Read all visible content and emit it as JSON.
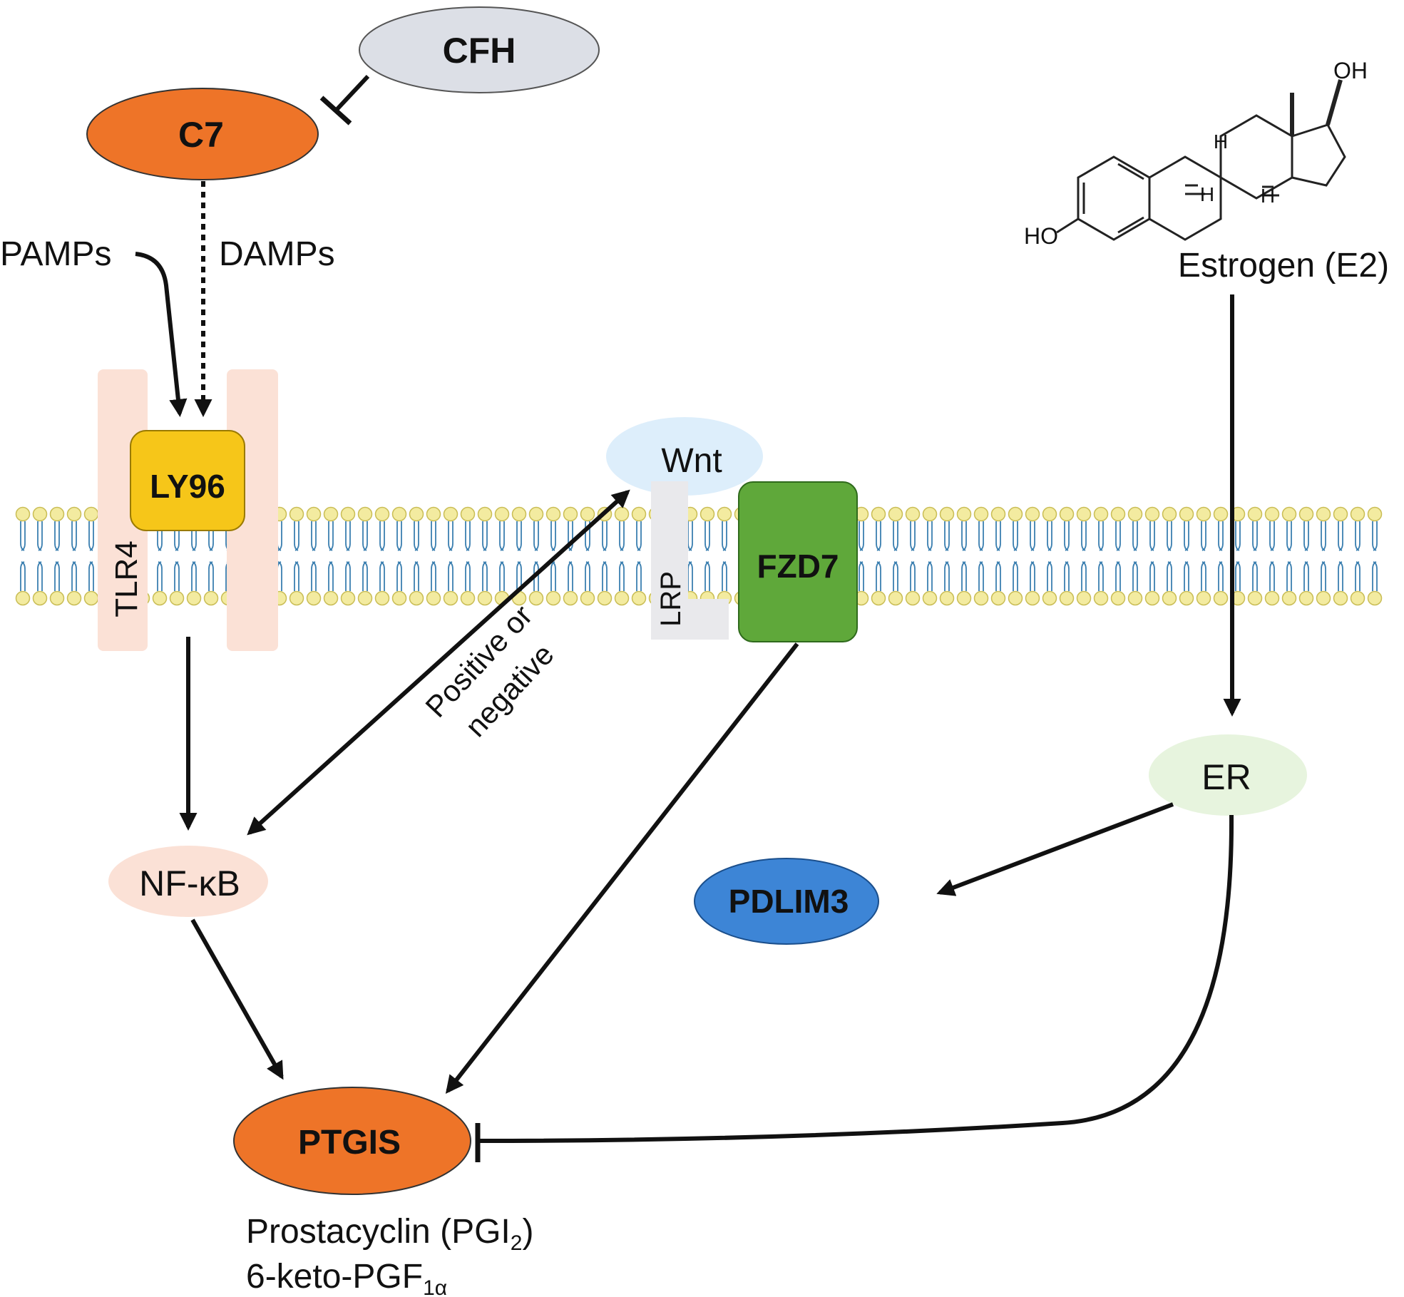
{
  "colors": {
    "orange": "#EE7428",
    "gray_blue": "#DCDFE6",
    "yellow": "#F6C619",
    "green": "#5FA83A",
    "blue": "#3D85D6",
    "pink": "#FBE1D6",
    "light_blue": "#DDEEFB",
    "light_green": "#E7F4DE",
    "membrane_head": "#F3EBA0",
    "membrane_tail": "#3B7FB0",
    "lrp_gray": "#E9E9EC"
  },
  "nodes": {
    "cfh": "CFH",
    "c7": "C7",
    "ly96": "LY96",
    "tlr4": "TLR4",
    "wnt": "Wnt",
    "lrp": "LRP",
    "fzd7": "FZD7",
    "nfkb": "NF-κB",
    "ptgis": "PTGIS",
    "er": "ER",
    "pdlim3": "PDLIM3"
  },
  "labels": {
    "pamps": "PAMPs",
    "damps": "DAMPs",
    "estrogen": "Estrogen (E2)",
    "positive_line1": "Positive or",
    "positive_line2": "negative",
    "prostacyclin_prefix": "Prostacyclin (PGI",
    "prostacyclin_sub": "2",
    "prostacyclin_suffix": ")",
    "keto_prefix": "6-keto-PGF",
    "keto_sub": "1α",
    "oh_top": "OH",
    "ho_left": "HO",
    "h_mark": "H"
  }
}
